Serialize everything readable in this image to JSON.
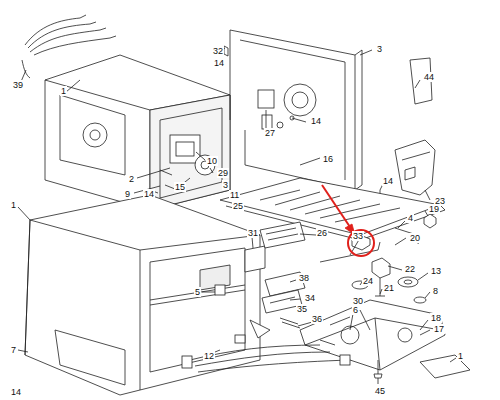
{
  "diagram": {
    "labels": [
      "39",
      "32",
      "14",
      "3",
      "44",
      "1",
      "14",
      "27",
      "16",
      "10",
      "29",
      "3",
      "11",
      "2",
      "15",
      "9",
      "14",
      "25",
      "14",
      "23",
      "1",
      "19",
      "31",
      "26",
      "33",
      "4",
      "20",
      "5",
      "38",
      "24",
      "22",
      "13",
      "34",
      "21",
      "8",
      "35",
      "30",
      "6",
      "36",
      "18",
      "17",
      "12",
      "7",
      "1",
      "45",
      "14"
    ]
  }
}
